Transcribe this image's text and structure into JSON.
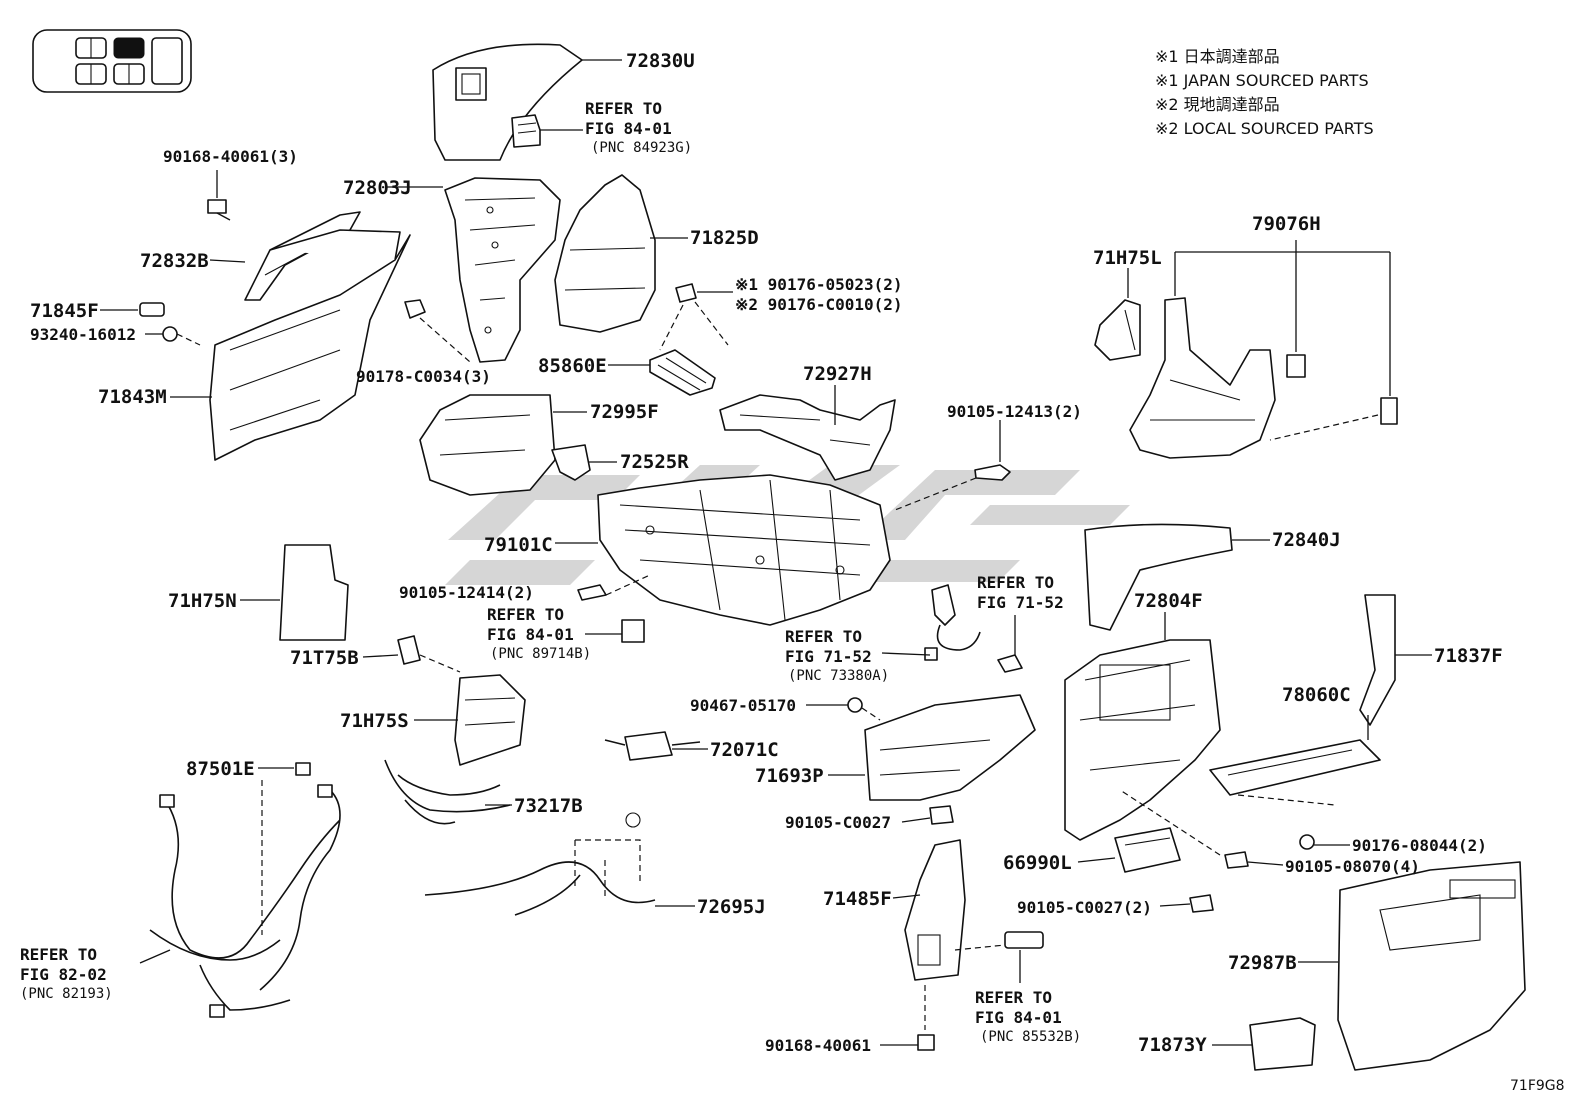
{
  "legend": {
    "notes": [
      "※1 日本調達部品",
      "※1 JAPAN SOURCED PARTS",
      "※2 現地調達部品",
      "※2 LOCAL SOURCED PARTS"
    ]
  },
  "figure_id": "71F9G8",
  "labels": {
    "p72830U": "72830U",
    "p90168a": "90168-40061(3)",
    "p72803J": "72803J",
    "p71825D": "71825D",
    "p72832B": "72832B",
    "p71845F": "71845F",
    "p93240": "93240-16012",
    "p71843M": "71843M",
    "p90178": "90178-C0034(3)",
    "p90176a": "※1 90176-05023(2)",
    "p90176b": "※2 90176-C0010(2)",
    "p85860E": "85860E",
    "p72927H": "72927H",
    "p72995F": "72995F",
    "p72525R": "72525R",
    "p90105a": "90105-12413(2)",
    "p79076H": "79076H",
    "p71H75L": "71H75L",
    "p79101C": "79101C",
    "p72840J": "72840J",
    "p71H75N": "71H75N",
    "p90105b": "90105-12414(2)",
    "p72804F": "72804F",
    "p71837F": "71837F",
    "p71T75B": "71T75B",
    "p78060C": "78060C",
    "p90467": "90467-05170",
    "p71H75S": "71H75S",
    "p72071C": "72071C",
    "p87501E": "87501E",
    "p71693P": "71693P",
    "p73217B": "73217B",
    "p90105c": "90105-C0027",
    "p90176c": "90176-08044(2)",
    "p66990L": "66990L",
    "p90105d": "90105-08070(4)",
    "p72695J": "72695J",
    "p71485F": "71485F",
    "p90105e": "90105-C0027(2)",
    "p72987B": "72987B",
    "p90168b": "90168-40061",
    "p71873Y": "71873Y"
  },
  "refs": {
    "r84923G": {
      "line1": "REFER TO",
      "line2": "FIG 84-01",
      "pnc": "(PNC 84923G)"
    },
    "r89714B": {
      "line1": "REFER TO",
      "line2": "FIG 84-01",
      "pnc": "(PNC 89714B)"
    },
    "r73380A": {
      "line1": "REFER TO",
      "line2": "FIG 71-52",
      "pnc": "(PNC 73380A)"
    },
    "r7152b": {
      "line1": "REFER TO",
      "line2": "FIG 71-52"
    },
    "r82193": {
      "line1": "REFER TO",
      "line2": "FIG 82-02",
      "pnc": "(PNC 82193)"
    },
    "r85532B": {
      "line1": "REFER TO",
      "line2": "FIG 84-01",
      "pnc": "(PNC 85532B)"
    }
  }
}
